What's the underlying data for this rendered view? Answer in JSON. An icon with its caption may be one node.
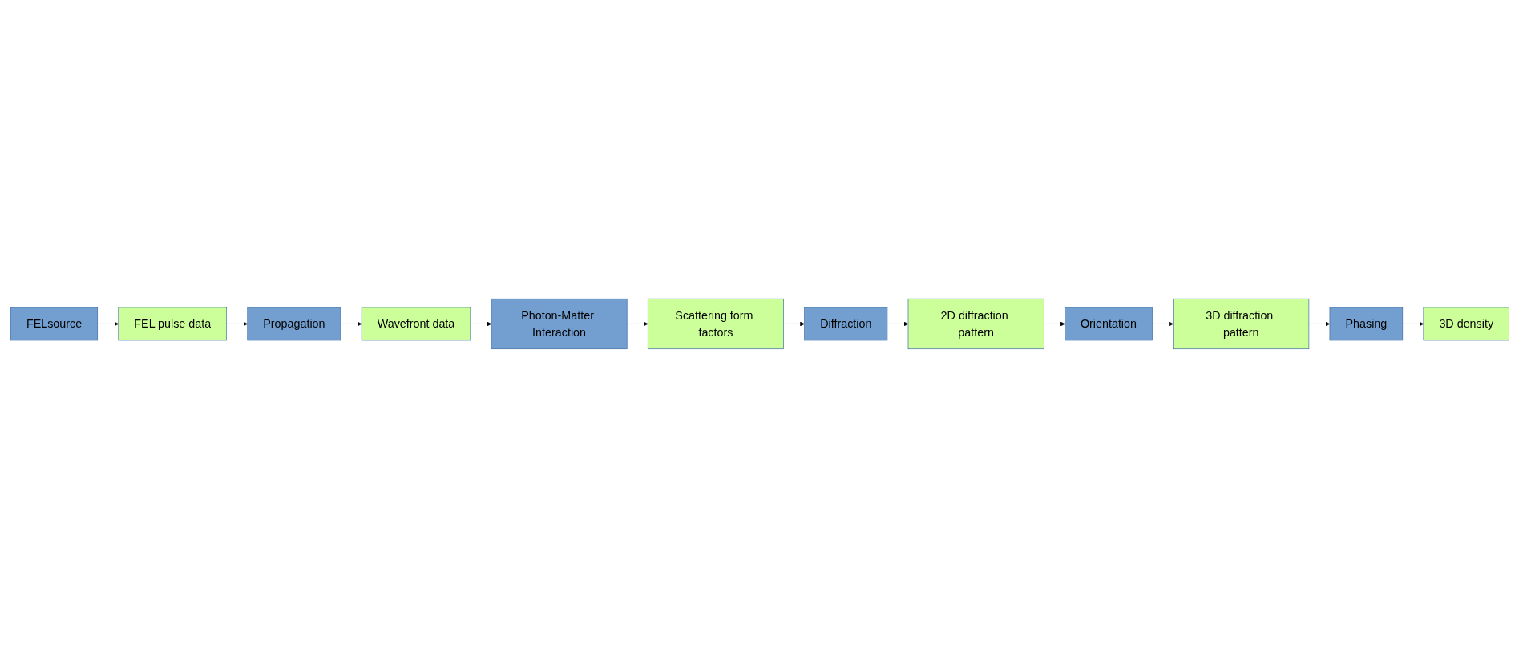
{
  "diagram": {
    "nodes": [
      {
        "text": [
          "FELsource"
        ]
      },
      {
        "text": [
          "FEL pulse data"
        ]
      },
      {
        "text": [
          "Propagation"
        ]
      },
      {
        "text": [
          "Wavefront data"
        ]
      },
      {
        "text": [
          "Photon-Matter Interaction"
        ]
      },
      {
        "text": [
          "Scattering form factors"
        ]
      },
      {
        "text": [
          "Phasing"
        ]
      },
      {
        "text": [
          "Orientation"
        ]
      },
      {
        "text": [
          "Diffraction"
        ]
      },
      {
        "text": [
          "3D density"
        ]
      },
      {
        "text": [
          "3D diffraction pattern"
        ]
      },
      {
        "text": [
          "2D diffraction pattern"
        ]
      }
    ],
    "edges": [
      {
        "from": 0,
        "to": 1,
        "arrow": "to"
      },
      {
        "from": 1,
        "to": 2,
        "arrow": "to"
      },
      {
        "from": 2,
        "to": 3,
        "arrow": "to"
      },
      {
        "from": 3,
        "to": 4,
        "arrow": "to"
      },
      {
        "from": 4,
        "to": 5,
        "arrow": "to"
      },
      {
        "from": 5,
        "to": 8,
        "arrow": "to"
      },
      {
        "from": 8,
        "to": 11,
        "arrow": "to"
      },
      {
        "from": 11,
        "to": 7,
        "arrow": "to"
      },
      {
        "from": 7,
        "to": 10,
        "arrow": "to"
      },
      {
        "from": 10,
        "to": 6,
        "arrow": "to"
      },
      {
        "from": 6,
        "to": 9,
        "arrow": "to"
      }
    ]
  }
}
